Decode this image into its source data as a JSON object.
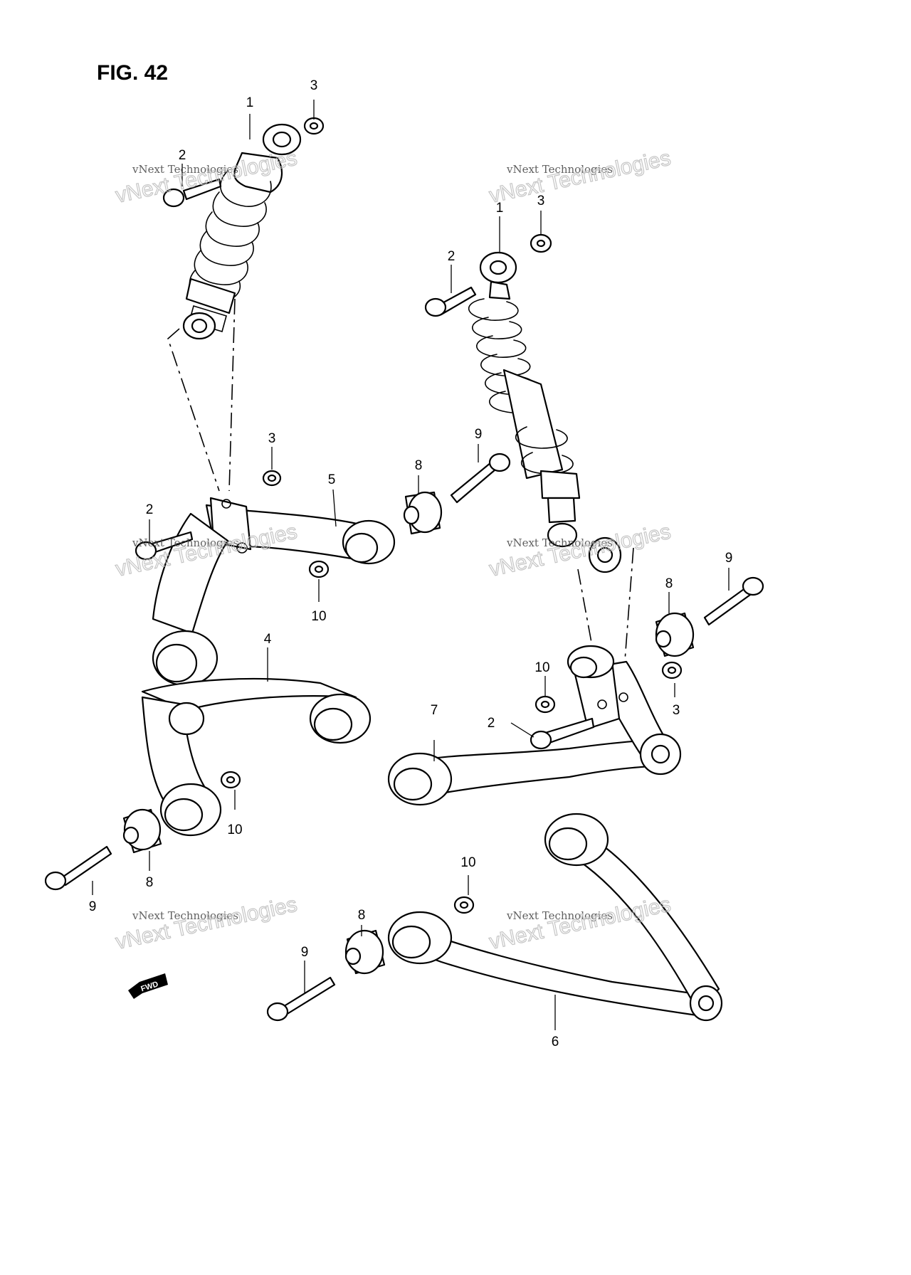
{
  "figure": {
    "title": "FIG. 42"
  },
  "watermark": {
    "line_small": "vNext Technologies",
    "line_big": "vNext Technologies"
  },
  "callouts": [
    {
      "id": "c-1a",
      "label": "1"
    },
    {
      "id": "c-3a",
      "label": "3"
    },
    {
      "id": "c-2a",
      "label": "2"
    },
    {
      "id": "c-3b",
      "label": "3"
    },
    {
      "id": "c-2b",
      "label": "2"
    },
    {
      "id": "c-5",
      "label": "5"
    },
    {
      "id": "c-8a",
      "label": "8"
    },
    {
      "id": "c-9a",
      "label": "9"
    },
    {
      "id": "c-10a",
      "label": "10"
    },
    {
      "id": "c-4",
      "label": "4"
    },
    {
      "id": "c-10b",
      "label": "10"
    },
    {
      "id": "c-8b",
      "label": "8"
    },
    {
      "id": "c-9b",
      "label": "9"
    },
    {
      "id": "c-1b",
      "label": "1"
    },
    {
      "id": "c-3c",
      "label": "3"
    },
    {
      "id": "c-2c",
      "label": "2"
    },
    {
      "id": "c-9c",
      "label": "9"
    },
    {
      "id": "c-8c",
      "label": "8"
    },
    {
      "id": "c-10c",
      "label": "10"
    },
    {
      "id": "c-3d",
      "label": "3"
    },
    {
      "id": "c-2d",
      "label": "2"
    },
    {
      "id": "c-7",
      "label": "7"
    },
    {
      "id": "c-10d",
      "label": "10"
    },
    {
      "id": "c-8d",
      "label": "8"
    },
    {
      "id": "c-9d",
      "label": "9"
    },
    {
      "id": "c-6",
      "label": "6"
    }
  ],
  "direction_badge": {
    "label": "FWD"
  }
}
